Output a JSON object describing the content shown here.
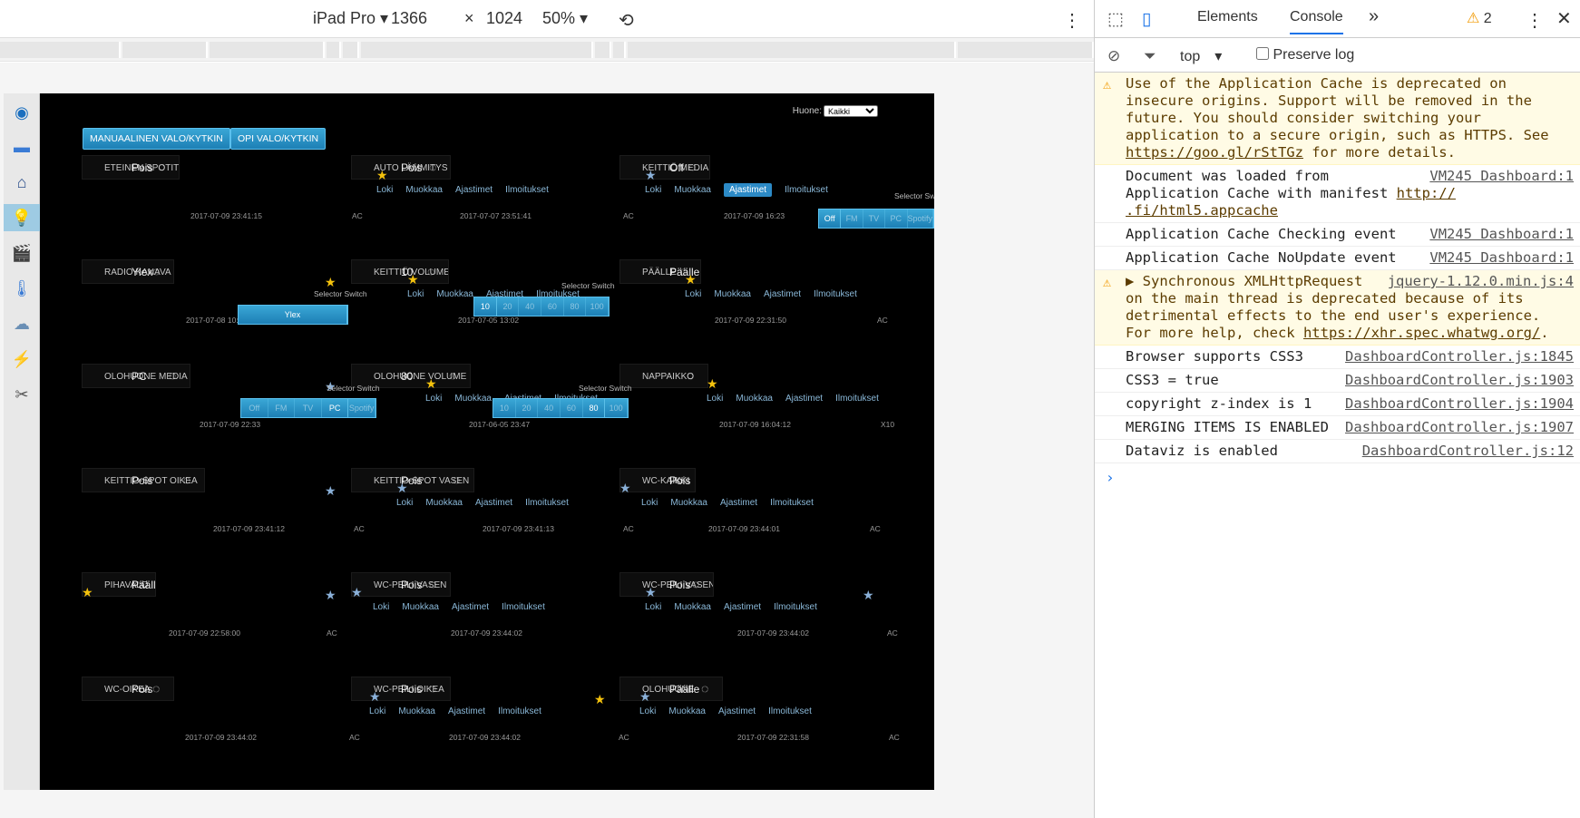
{
  "devbar": {
    "device": "iPad Pro",
    "width": "1366",
    "x": "×",
    "height": "1024",
    "zoom": "50%"
  },
  "screen": {
    "huone_label": "Huone:",
    "huone_value": "Kaikki",
    "btn_manual": "MANUAALINEN VALO/KYTKIN",
    "btn_learn": "OPI VALO/KYTKIN",
    "links": [
      "Loki",
      "Muokkaa",
      "Ajastimet",
      "Ilmoitukset"
    ],
    "devices": [
      {
        "name": "ETEINEN SPOTIT",
        "status": "Pois",
        "date": "2017-07-09 23:41:15",
        "ac": "AC"
      },
      {
        "name": "AUTO LÄMMITYS",
        "status": "Pois",
        "date": "2017-07-07 23:51:41",
        "ac": "AC"
      },
      {
        "name": "KEITTIÖ MEDIA",
        "status": "Off",
        "date": "2017-07-09 16:23",
        "ac": ""
      },
      {
        "name": "RADIO KANAVA",
        "status": "Ylex",
        "date": "2017-07-08 10:30:17",
        "ac": ""
      },
      {
        "name": "KEITTIÖ VOLUME",
        "status": "10",
        "date": "2017-07-05 13:02",
        "ac": ""
      },
      {
        "name": "PÄÄLLE",
        "status": "Päälle",
        "date": "2017-07-09 22:31:50",
        "ac": "AC"
      },
      {
        "name": "OLOHUONE MEDIA",
        "status": "PC",
        "date": "2017-07-09 22:33",
        "ac": ""
      },
      {
        "name": "OLOHUONE VOLUME",
        "status": "80",
        "date": "2017-06-05 23:47",
        "ac": ""
      },
      {
        "name": "NAPPAIKKO",
        "status": "",
        "date": "2017-07-09 16:04:12",
        "ac": "X10"
      },
      {
        "name": "KEITTIO-SPOT OIKEA",
        "status": "Pois",
        "date": "2017-07-09 23:41:12",
        "ac": "AC"
      },
      {
        "name": "KEITTIO-SPOT VASEN",
        "status": "Pois",
        "date": "2017-07-09 23:41:13",
        "ac": "AC"
      },
      {
        "name": "WC-KAIKKI",
        "status": "Pois",
        "date": "2017-07-09 23:44:01",
        "ac": "AC"
      },
      {
        "name": "PIHAVALO",
        "status": "Päälle",
        "date": "2017-07-09 22:58:00",
        "ac": "AC"
      },
      {
        "name": "WC-PEILI VASEN",
        "status": "Pois",
        "date": "2017-07-09 23:44:02",
        "ac": "AC"
      },
      {
        "name": "WC-PEILI VASEN",
        "status": "Pois",
        "date": "2017-07-09 23:44:02",
        "ac": "AC"
      },
      {
        "name": "WC-OIKEA",
        "status": "Pois",
        "date": "2017-07-09 23:44:02",
        "ac": "AC"
      },
      {
        "name": "WC-PEILI OIKEA",
        "status": "Pois",
        "date": "2017-07-09 23:44:02",
        "ac": "AC"
      },
      {
        "name": "OLOHUONE",
        "status": "Päälle",
        "date": "2017-07-09 22:31:58",
        "ac": "AC"
      }
    ],
    "selector_label": "Selector Switch",
    "media_options": [
      "Off",
      "FM",
      "TV",
      "PC",
      "Spotify"
    ],
    "media_options_b": [
      "Off",
      "FM",
      "TV",
      "PC",
      "Spotify"
    ],
    "volume_options": [
      "10",
      "20",
      "40",
      "60",
      "80",
      "100"
    ],
    "radio_option": "Ylex"
  },
  "devtools": {
    "tab_elements": "Elements",
    "tab_console": "Console",
    "more": "»",
    "warn_count": "2",
    "context": "top",
    "preserve_log": "Preserve log",
    "messages": [
      {
        "type": "warn",
        "text": "Use of the Application Cache is deprecated on insecure origins. Support will be removed in the future. You should consider switching your application to a secure origin, such as HTTPS. See ",
        "link": "https://goo.gl/rStTGz",
        "tail": " for more details.",
        "src": ""
      },
      {
        "type": "info",
        "text": "Document was loaded from Application Cache with manifest ",
        "link": "http://        .fi/html5.appcache",
        "tail": "",
        "src": "VM245 Dashboard:1"
      },
      {
        "type": "info",
        "text": "Application Cache Checking event",
        "link": "",
        "tail": "",
        "src": "VM245 Dashboard:1"
      },
      {
        "type": "info",
        "text": "Application Cache NoUpdate event",
        "link": "",
        "tail": "",
        "src": "VM245 Dashboard:1"
      },
      {
        "type": "warn",
        "text": "▶ Synchronous XMLHttpRequest on the main thread is deprecated because of its detrimental effects to the end user's experience. For more help, check ",
        "link": "https://xhr.spec.whatwg.org/",
        "tail": ".",
        "src": "jquery-1.12.0.min.js:4"
      },
      {
        "type": "info",
        "text": "Browser supports CSS3",
        "link": "",
        "tail": "",
        "src": "DashboardController.js:1845"
      },
      {
        "type": "info",
        "text": "CSS3 = true",
        "link": "",
        "tail": "",
        "src": "DashboardController.js:1903"
      },
      {
        "type": "info",
        "text": "copyright z-index is 1",
        "link": "",
        "tail": "",
        "src": "DashboardController.js:1904"
      },
      {
        "type": "info",
        "text": "MERGING ITEMS IS ENABLED",
        "link": "",
        "tail": "",
        "src": "DashboardController.js:1907"
      },
      {
        "type": "info",
        "text": "Dataviz is enabled",
        "link": "",
        "tail": "",
        "src": "DashboardController.js:12"
      }
    ],
    "prompt": "›"
  },
  "colors": {
    "accent": "#1d7fb5",
    "star_yellow": "#f4c20d",
    "star_blue": "#8ab0d8",
    "warn_bg": "#fffbe5"
  }
}
